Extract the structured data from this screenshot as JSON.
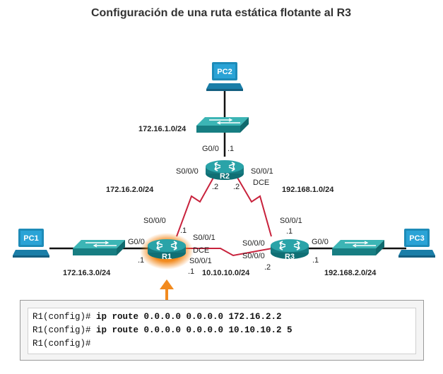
{
  "title": "Configuración de una ruta estática flotante al R3",
  "devices": {
    "r1": "R1",
    "r2": "R2",
    "r3": "R3",
    "pc1": "PC1",
    "pc2": "PC2",
    "pc3": "PC3"
  },
  "networks": {
    "lan_r2": "172.16.1.0/24",
    "r1_r2": "172.16.2.0/24",
    "r2_r3": "192.168.1.0/24",
    "lan_r1": "172.16.3.0/24",
    "r1_r3": "10.10.10.0/24",
    "lan_r3": "192.168.2.0/24"
  },
  "interfaces": {
    "r2_g00": "G0/0",
    "r2_g00_ip": ".1",
    "r2_s000": "S0/0/0",
    "r2_s000_ip": ".2",
    "r2_s001": "S0/0/1",
    "r2_s001_ip": ".2",
    "r2_dce": "DCE",
    "r1_s000": "S0/0/0",
    "r1_s000_ip": ".1",
    "r1_g00": "G0/0",
    "r1_g00_ip": ".1",
    "r1_s001": "S0/0/1",
    "r1_dce": "DCE",
    "r1_s001_b": "S0/0/1",
    "r1_s001_ip": ".1",
    "r3_s001": "S0/0/1",
    "r3_s001_ip": ".1",
    "r3_g00": "G0/0",
    "r3_g00_ip": ".1",
    "r3_s000_a": "S0/0/0",
    "r3_s000_b": "S0/0/0",
    "r3_s000_ip": ".2"
  },
  "cli": [
    {
      "prompt": "R1(config)# ",
      "cmd": "ip route 0.0.0.0 0.0.0.0 172.16.2.2"
    },
    {
      "prompt": "R1(config)# ",
      "cmd": "ip route 0.0.0.0 0.0.0.0 10.10.10.2 5"
    },
    {
      "prompt": "R1(config)#",
      "cmd": ""
    }
  ],
  "colors": {
    "device": "#1c8a8f",
    "serial_link": "#c8223c",
    "ethernet_link": "#111111",
    "highlight": "#f28a1e",
    "pc_screen": "#2a9fd0"
  }
}
